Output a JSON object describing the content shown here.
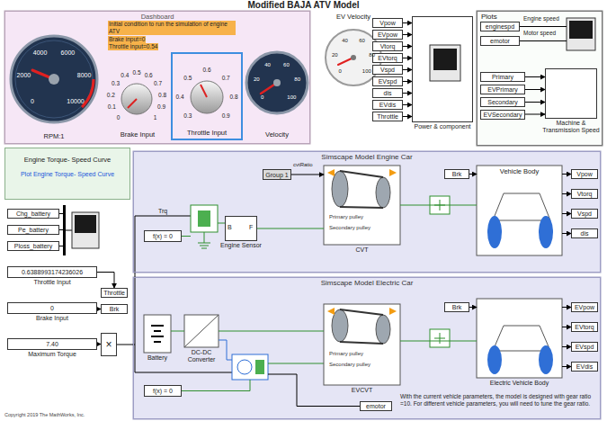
{
  "diagram": {
    "title": "Modified BAJA ATV Model",
    "nodes": [
      {
        "text": [
          "Dashboard"
        ]
      },
      {
        "text": [
          "RPM:1"
        ],
        "in": 0
      },
      {
        "text": [
          "Brake Input"
        ],
        "in": 0
      },
      {
        "text": [
          "Throttle Input"
        ],
        "in": 0
      },
      {
        "text": [
          "Velocity"
        ],
        "in": 0
      },
      {
        "text": [
          "EV Velocity"
        ]
      },
      {
        "text": [
          "Power & component"
        ]
      },
      {
        "text": [
          "Vpow"
        ]
      },
      {
        "text": [
          "EVpow"
        ]
      },
      {
        "text": [
          "Vtorq"
        ]
      },
      {
        "text": [
          "EVtorq"
        ]
      },
      {
        "text": [
          "Vspd"
        ]
      },
      {
        "text": [
          "EVspd"
        ]
      },
      {
        "text": [
          "dis"
        ]
      },
      {
        "text": [
          "EVdis"
        ]
      },
      {
        "text": [
          "Throttle"
        ]
      },
      {
        "text": [
          "Plots"
        ]
      },
      {
        "text": [
          "Machine & Transmission Speed"
        ],
        "in": 16
      },
      {
        "text": [
          "enginespd"
        ],
        "in": 16
      },
      {
        "text": [
          "emotor"
        ],
        "in": 16
      },
      {
        "text": [
          "Primary"
        ],
        "in": 16
      },
      {
        "text": [
          "EVPrimary"
        ],
        "in": 16
      },
      {
        "text": [
          "Secondary"
        ],
        "in": 16
      },
      {
        "text": [
          "EVSecondary"
        ],
        "in": 16
      },
      {
        "text": [
          "Engine Torque- Speed Curve",
          "Plot Engine Torque- Speed Curve"
        ]
      },
      {
        "text": [
          "Chg_battery"
        ]
      },
      {
        "text": [
          "Pe_battery"
        ]
      },
      {
        "text": [
          "Ploss_battery"
        ]
      },
      {
        "text": [
          "0.6388993174236026",
          "Throttle Input"
        ]
      },
      {
        "text": [
          "0",
          "Brake Input"
        ]
      },
      {
        "text": [
          "7.40",
          "Maximum Torque"
        ]
      },
      {
        "text": [
          "Throttle"
        ]
      },
      {
        "text": [
          "Brk"
        ]
      },
      {
        "text": [
          "×"
        ]
      },
      {
        "text": [
          "Simscape Model Engine Car"
        ]
      },
      {
        "text": [
          "f(x) = 0"
        ],
        "in": 34
      },
      {
        "text": [
          "Engine Sensor"
        ],
        "in": 34
      },
      {
        "text": [
          "Group 1"
        ],
        "in": 34
      },
      {
        "text": [
          "CVT"
        ],
        "in": 34
      },
      {
        "text": [
          "Vehicle Body"
        ],
        "in": 34
      },
      {
        "text": [
          "Brk"
        ],
        "in": 34
      },
      {
        "text": [
          "Vpow"
        ],
        "in": 34
      },
      {
        "text": [
          "Vtorq"
        ],
        "in": 34
      },
      {
        "text": [
          "Vspd"
        ],
        "in": 34
      },
      {
        "text": [
          "dis"
        ],
        "in": 34
      },
      {
        "text": [
          "Simscape Model Electric Car"
        ]
      },
      {
        "text": [
          "Battery"
        ],
        "in": 45
      },
      {
        "text": [
          "DC-DC Converter"
        ],
        "in": 45
      },
      {
        "text": [
          "f(x) = 0"
        ],
        "in": 45
      },
      {
        "text": [
          "EVCVT"
        ],
        "in": 45
      },
      {
        "text": [
          "Electric Vehicle Body"
        ],
        "in": 45
      },
      {
        "text": [
          "Brk"
        ],
        "in": 45
      },
      {
        "text": [
          "EVpow"
        ],
        "in": 45
      },
      {
        "text": [
          "EVtorq"
        ],
        "in": 45
      },
      {
        "text": [
          "EVspd"
        ],
        "in": 45
      },
      {
        "text": [
          "EVdis"
        ],
        "in": 45
      },
      {
        "text": [
          "emotor"
        ],
        "in": 45
      }
    ],
    "edges": [
      {
        "from": 7,
        "to": 6,
        "arrow": "to"
      },
      {
        "from": 8,
        "to": 6,
        "arrow": "to"
      },
      {
        "from": 9,
        "to": 6,
        "arrow": "to"
      },
      {
        "from": 10,
        "to": 6,
        "arrow": "to"
      },
      {
        "from": 11,
        "to": 6,
        "arrow": "to"
      },
      {
        "from": 12,
        "to": 6,
        "arrow": "to"
      },
      {
        "from": 13,
        "to": 6,
        "arrow": "to"
      },
      {
        "from": 14,
        "to": 6,
        "arrow": "to"
      },
      {
        "from": 15,
        "to": 6,
        "arrow": "to"
      },
      {
        "from": 20,
        "to": 17,
        "arrow": "to"
      },
      {
        "from": 21,
        "to": 17,
        "arrow": "to"
      },
      {
        "from": 22,
        "to": 17,
        "arrow": "to"
      },
      {
        "from": 23,
        "to": 17,
        "arrow": "to"
      },
      {
        "from": 28,
        "to": 31,
        "arrow": "to"
      },
      {
        "from": 29,
        "to": 32,
        "arrow": "to"
      },
      {
        "from": 30,
        "to": 33,
        "arrow": "to"
      },
      {
        "from": 36,
        "to": 38,
        "arrow": "none"
      },
      {
        "from": 37,
        "to": 38,
        "arrow": "to"
      },
      {
        "from": 38,
        "to": 39,
        "arrow": "none"
      },
      {
        "from": 40,
        "to": 39,
        "arrow": "to"
      },
      {
        "from": 39,
        "to": 41,
        "arrow": "to"
      },
      {
        "from": 39,
        "to": 42,
        "arrow": "to"
      },
      {
        "from": 39,
        "to": 43,
        "arrow": "to"
      },
      {
        "from": 39,
        "to": 44,
        "arrow": "to"
      },
      {
        "from": 46,
        "to": 47,
        "arrow": "none"
      },
      {
        "from": 47,
        "to": 49,
        "arrow": "none"
      },
      {
        "from": 49,
        "to": 50,
        "arrow": "none"
      },
      {
        "from": 51,
        "to": 50,
        "arrow": "to"
      },
      {
        "from": 50,
        "to": 52,
        "arrow": "to"
      },
      {
        "from": 50,
        "to": 53,
        "arrow": "to"
      },
      {
        "from": 50,
        "to": 54,
        "arrow": "to"
      },
      {
        "from": 50,
        "to": 55,
        "arrow": "to"
      }
    ],
    "labels": [
      "Initial condition to run the simulation of engine ATV",
      "Brake input=0",
      "Throttle input=0.54",
      "0",
      "2000",
      "4000",
      "6000",
      "8000",
      "10000",
      "0",
      "0.1",
      "0.2",
      "0.3",
      "0.4",
      "0.5",
      "0.6",
      "0.7",
      "0.8",
      "0.9",
      "1",
      "0.3",
      "0.4",
      "0.5",
      "0.6",
      "0.7",
      "0.8",
      "0.9",
      "0",
      "20",
      "40",
      "60",
      "80",
      "100",
      "0",
      "20",
      "40",
      "60",
      "80",
      "100",
      "Engine speed",
      "Motor speed",
      "cvtRatio",
      "Trq",
      "B",
      "F",
      "Primary pulley",
      "Secondary pulley",
      "Primary pulley",
      "Secondary pulley",
      "With the current vehicle parameters, the model is designed with gear ratio =10. For different vehicle parameters, you will need to tune the gear ratio.",
      "Copyright 2019 The MathWorks, Inc."
    ]
  }
}
